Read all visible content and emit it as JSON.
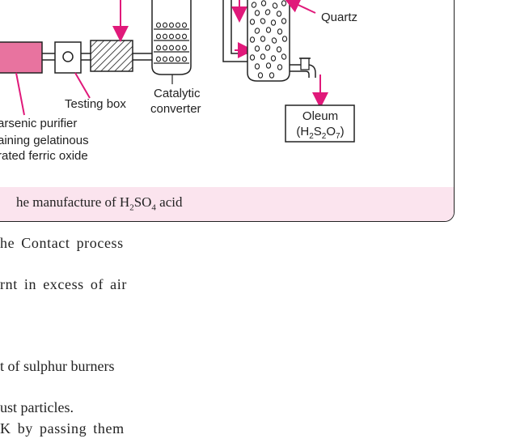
{
  "diagram": {
    "labels": {
      "quartz": "Quartz",
      "testing_box": "Testing box",
      "catalytic_converter_line1": "Catalytic",
      "catalytic_converter_line2": "converter",
      "oleum": "Oleum",
      "arsenic_line1": "arsenic purifier",
      "arsenic_line2": "aining gelatinous",
      "arsenic_line3": "rated ferric oxide"
    },
    "oleum_formula": {
      "open": "(H",
      "sub1": "2",
      "s": "S",
      "sub2": "2",
      "o": "O",
      "sub3": "7",
      "close": ")"
    },
    "caption": {
      "prefix": "he manufacture of H",
      "sub1": "2",
      "mid": "SO",
      "sub2": "4",
      "suffix": " acid"
    },
    "colors": {
      "arrow": "#e0197a",
      "purifier_fill": "#e8739f",
      "caption_band": "#fbe4ee"
    }
  },
  "body_text": {
    "line1": "he Contact process",
    "line2": "rnt in excess of air",
    "line3": "t of sulphur burners",
    "line4": "ust particles.",
    "line5": "K by passing them"
  }
}
